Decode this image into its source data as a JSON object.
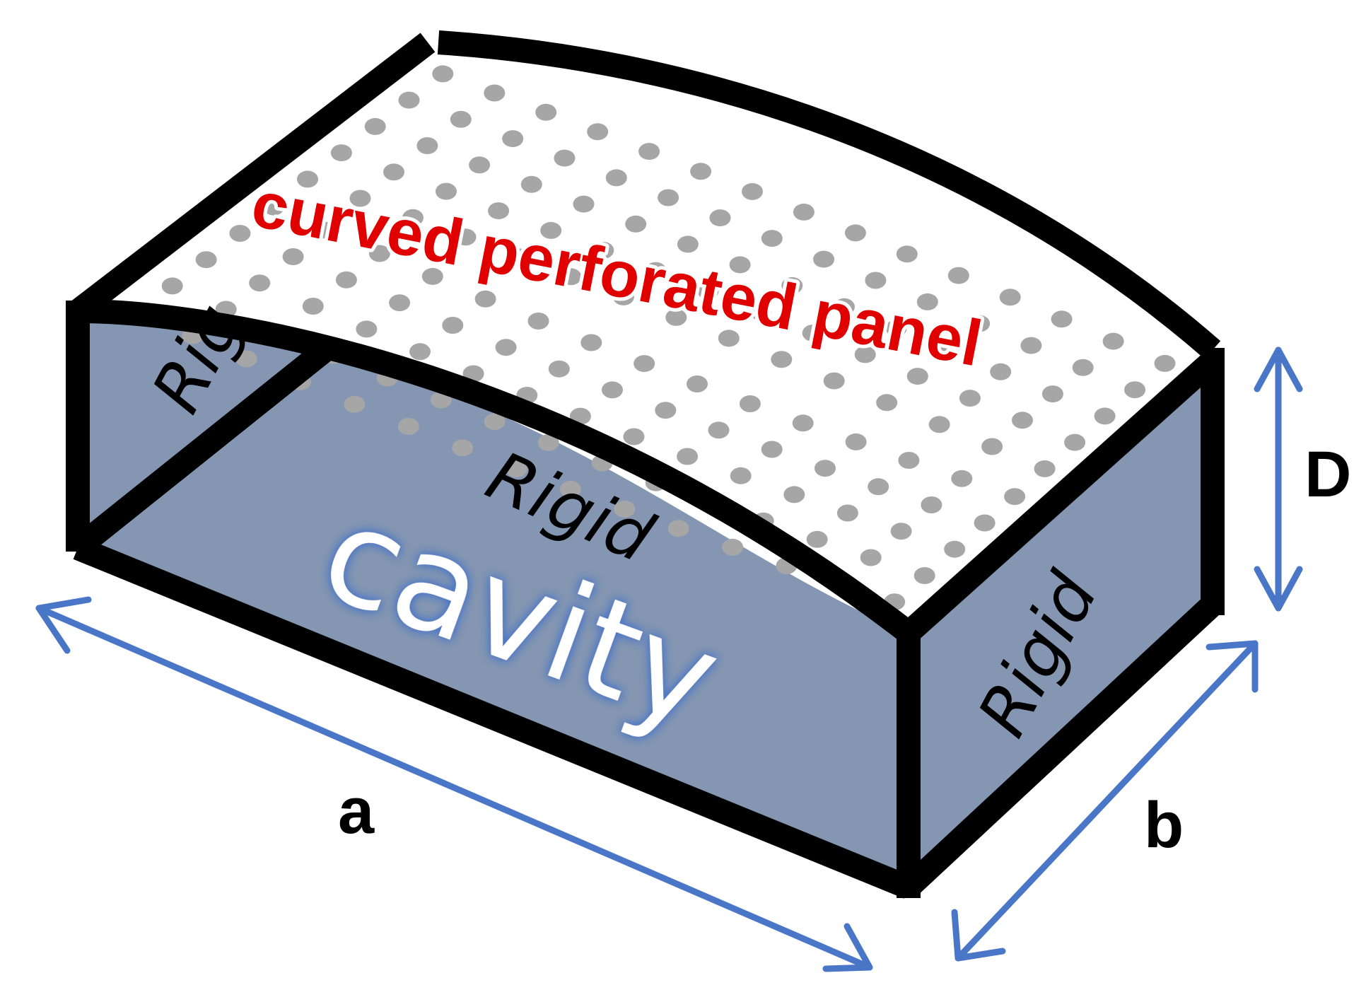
{
  "labels": {
    "panel": "curved perforated panel",
    "cavity": "cavity",
    "rigid_back": "Rigid",
    "rigid_left": "Rig",
    "rigid_right": "Rigid",
    "dim_a": "a",
    "dim_b": "b",
    "dim_d": "D"
  },
  "colors": {
    "wall": "#8496b1",
    "panel_fill": "#ffffff",
    "edge": "#000000",
    "hole": "#a6a6a6",
    "arrow": "#4a76c7",
    "panel_text": "#e00000",
    "cavity_glow": "#4a76c7"
  }
}
